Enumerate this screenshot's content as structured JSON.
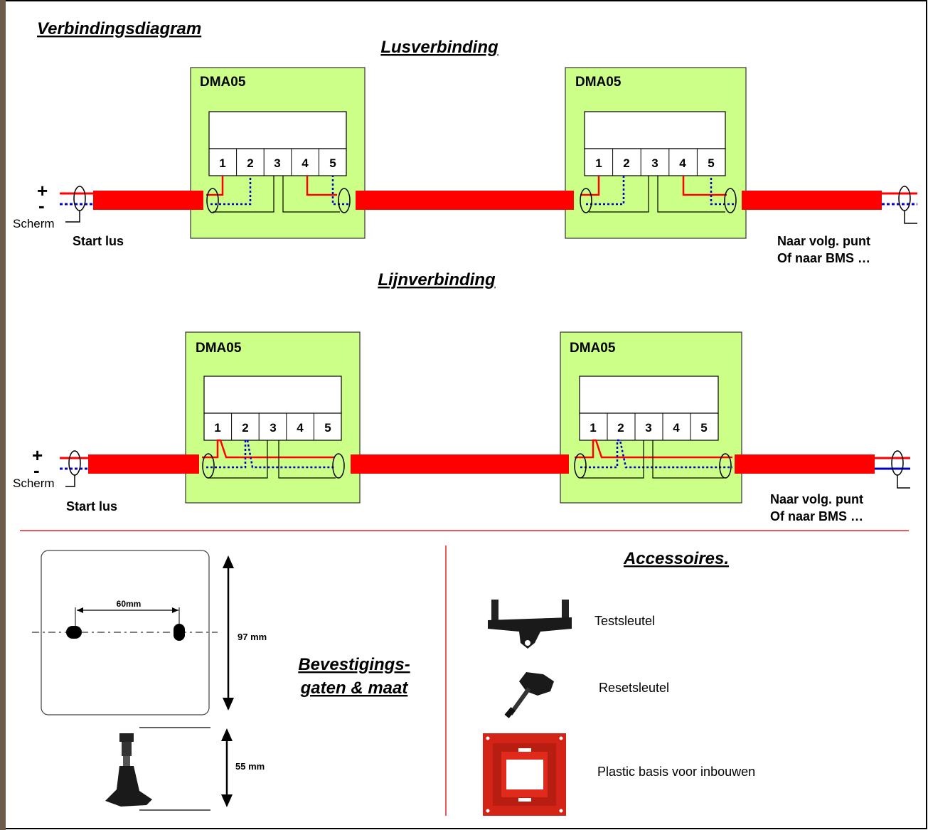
{
  "colors": {
    "module_fill": "#ccff88",
    "cable": "#ff0000",
    "wire_red": "#ff0000",
    "wire_blue": "#0000cc",
    "divider": "#e82020",
    "border_left": "#6b5c4c"
  },
  "diagram_title": "Verbindingsdiagram",
  "loop": {
    "title": "Lusverbinding",
    "module_label": "DMA05",
    "terminals": [
      "1",
      "2",
      "3",
      "4",
      "5"
    ],
    "plus": "+",
    "minus": "-",
    "shield": "Scherm",
    "start": "Start lus",
    "end_line1": "Naar volg. punt",
    "end_line2": "Of naar BMS …"
  },
  "line": {
    "title": "Lijnverbinding",
    "module_label": "DMA05",
    "terminals": [
      "1",
      "2",
      "3",
      "4",
      "5"
    ],
    "plus": "+",
    "minus": "-",
    "shield": "Scherm",
    "start": "Start lus",
    "end_line1": "Naar volg. punt",
    "end_line2": "Of naar BMS …"
  },
  "mounting": {
    "title_line1": "Bevestigings-",
    "title_line2": "gaten & maat",
    "hole_spacing": "60mm",
    "height": "97 mm",
    "depth": "55 mm"
  },
  "accessories": {
    "title": "Accessoires.",
    "items": [
      {
        "label": "Testsleutel",
        "icon": "test-key-icon"
      },
      {
        "label": "Resetsleutel",
        "icon": "reset-key-icon"
      },
      {
        "label": "Plastic basis voor inbouwen",
        "icon": "plastic-base-icon"
      }
    ]
  }
}
